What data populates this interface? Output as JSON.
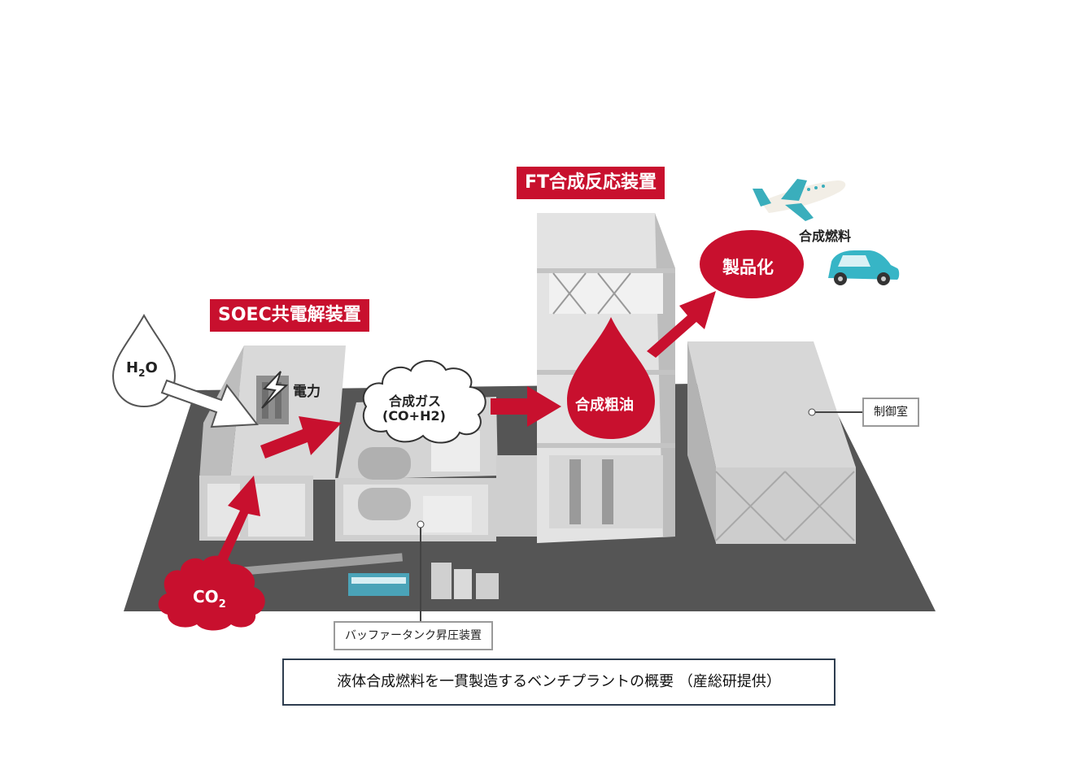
{
  "labels": {
    "soec": "SOEC共電解装置",
    "ft": "FT合成反応装置",
    "h2o_main": "H",
    "h2o_sub": "2",
    "h2o_end": "O",
    "power": "電力",
    "syngas_line1": "合成ガス",
    "syngas_line2": "(CO+H2)",
    "crude_oil": "合成粗油",
    "product": "製品化",
    "synthetic_fuel": "合成燃料",
    "control_room": "制御室",
    "buffer_tank": "バッファータンク昇圧装置",
    "co2_main": "CO",
    "co2_sub": "2"
  },
  "caption": "液体合成燃料を一貫製造するベンチプラントの概要 （産総研提供）",
  "colors": {
    "accent_red": "#c8102e",
    "ground": "#555555",
    "building": "#c9c9c9"
  }
}
